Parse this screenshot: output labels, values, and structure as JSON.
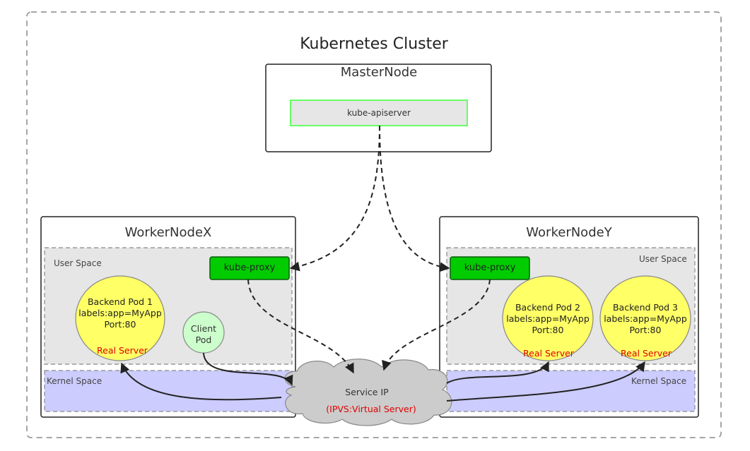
{
  "cluster": {
    "title": "Kubernetes Cluster"
  },
  "master": {
    "title": "MasterNode",
    "apiserver_label": "kube-apiserver"
  },
  "worker_x": {
    "title": "WorkerNodeX",
    "user_space_label": "User Space",
    "kernel_space_label": "Kernel Space",
    "kube_proxy_label": "kube-proxy",
    "backend_pod": {
      "name": "Backend Pod 1",
      "labels": "labels:app=MyApp",
      "port": "Port:80",
      "role": "Real Server"
    },
    "client_pod": {
      "line1": "Client",
      "line2": "Pod"
    }
  },
  "worker_y": {
    "title": "WorkerNodeY",
    "user_space_label": "User Space",
    "kernel_space_label": "Kernel Space",
    "kube_proxy_label": "kube-proxy",
    "backend_pods": [
      {
        "name": "Backend Pod 2",
        "labels": "labels:app=MyApp",
        "port": "Port:80",
        "role": "Real Server"
      },
      {
        "name": "Backend Pod 3",
        "labels": "labels:app=MyApp",
        "port": "Port:80",
        "role": "Real Server"
      }
    ]
  },
  "service": {
    "title": "Service IP",
    "subtitle": "(IPVS:Virtual Server)"
  },
  "colors": {
    "user_space_fill": "#e6e6e6",
    "kernel_space_fill": "#ccccff",
    "kube_proxy_fill": "#00cc00",
    "apiserver_fill": "#e6e6e6",
    "apiserver_border": "#66ff66",
    "backend_pod_fill": "#ffff66",
    "client_pod_fill": "#ccffcc",
    "cloud_fill": "#cccccc",
    "real_server_text": "#e00000"
  }
}
